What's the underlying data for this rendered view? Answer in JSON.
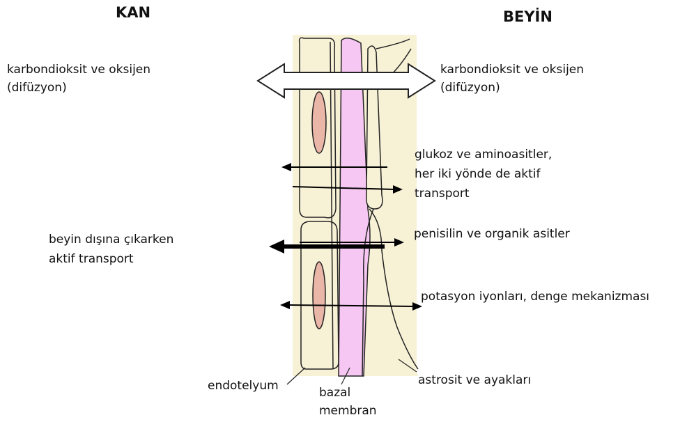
{
  "headings": {
    "left": "KAN",
    "right": "BEYİN"
  },
  "labels": {
    "co2_left_1": "karbondioksit ve oksijen",
    "co2_left_2": "(difüzyon)",
    "co2_right_1": "karbondioksit ve oksijen",
    "co2_right_2": "(difüzyon)",
    "glucose_1": "glukoz ve aminoasitler,",
    "glucose_2": "her iki yönde de aktif",
    "glucose_3": "transport",
    "penicillin": "penisilin ve organik asitler",
    "active_1": "beyin dışına çıkarken",
    "active_2": "aktif transport",
    "potassium": "potasyon iyonları, denge mekanizması",
    "endothelium": "endotelyum",
    "basal_1": "bazal",
    "basal_2": "membran",
    "astrocyte": "astrosit ve ayakları"
  },
  "colors": {
    "cell": "#f7f1d6",
    "basal_membrane": "#f6c7f2",
    "nucleus": "#eab6a8",
    "outline": "#222222"
  }
}
